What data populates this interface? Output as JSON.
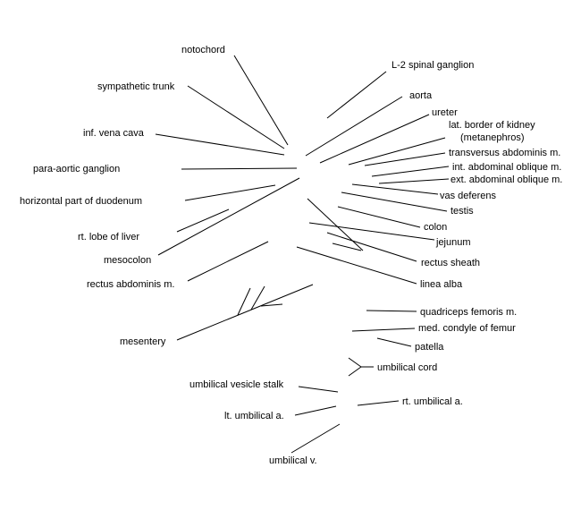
{
  "labels": {
    "notochord": "notochord",
    "sympathetic_trunk": "sympathetic trunk",
    "inf_vena_cava": "inf. vena cava",
    "para_aortic_ganglion": "para-aortic ganglion",
    "horizontal_duodenum": "horizontal part of duodenum",
    "rt_lobe_liver": "rt. lobe of liver",
    "mesocolon": "mesocolon",
    "rectus_abdominis": "rectus abdominis m.",
    "mesentery": "mesentery",
    "umbilical_vesicle_stalk": "umbilical vesicle stalk",
    "lt_umbilical_a": "lt. umbilical a.",
    "umbilical_v": "umbilical v.",
    "l2_spinal_ganglion": "L-2 spinal ganglion",
    "aorta": "aorta",
    "ureter": "ureter",
    "lat_border_kidney_1": "lat. border of kidney",
    "lat_border_kidney_2": "(metanephros)",
    "transversus_abdominis": "transversus abdominis m.",
    "int_abdominal_oblique": "int. abdominal oblique m.",
    "ext_abdominal_oblique": "ext. abdominal oblique m.",
    "vas_deferens": "vas deferens",
    "testis": "testis",
    "colon": "colon",
    "jejunum": "jejunum",
    "rectus_sheath": "rectus sheath",
    "linea_alba": "linea alba",
    "quadriceps_femoris": "quadriceps femoris m.",
    "med_condyle_femur": "med. condyle of femur",
    "patella": "patella",
    "umbilical_cord": "umbilical cord",
    "rt_umbilical_a": "rt. umbilical a."
  }
}
